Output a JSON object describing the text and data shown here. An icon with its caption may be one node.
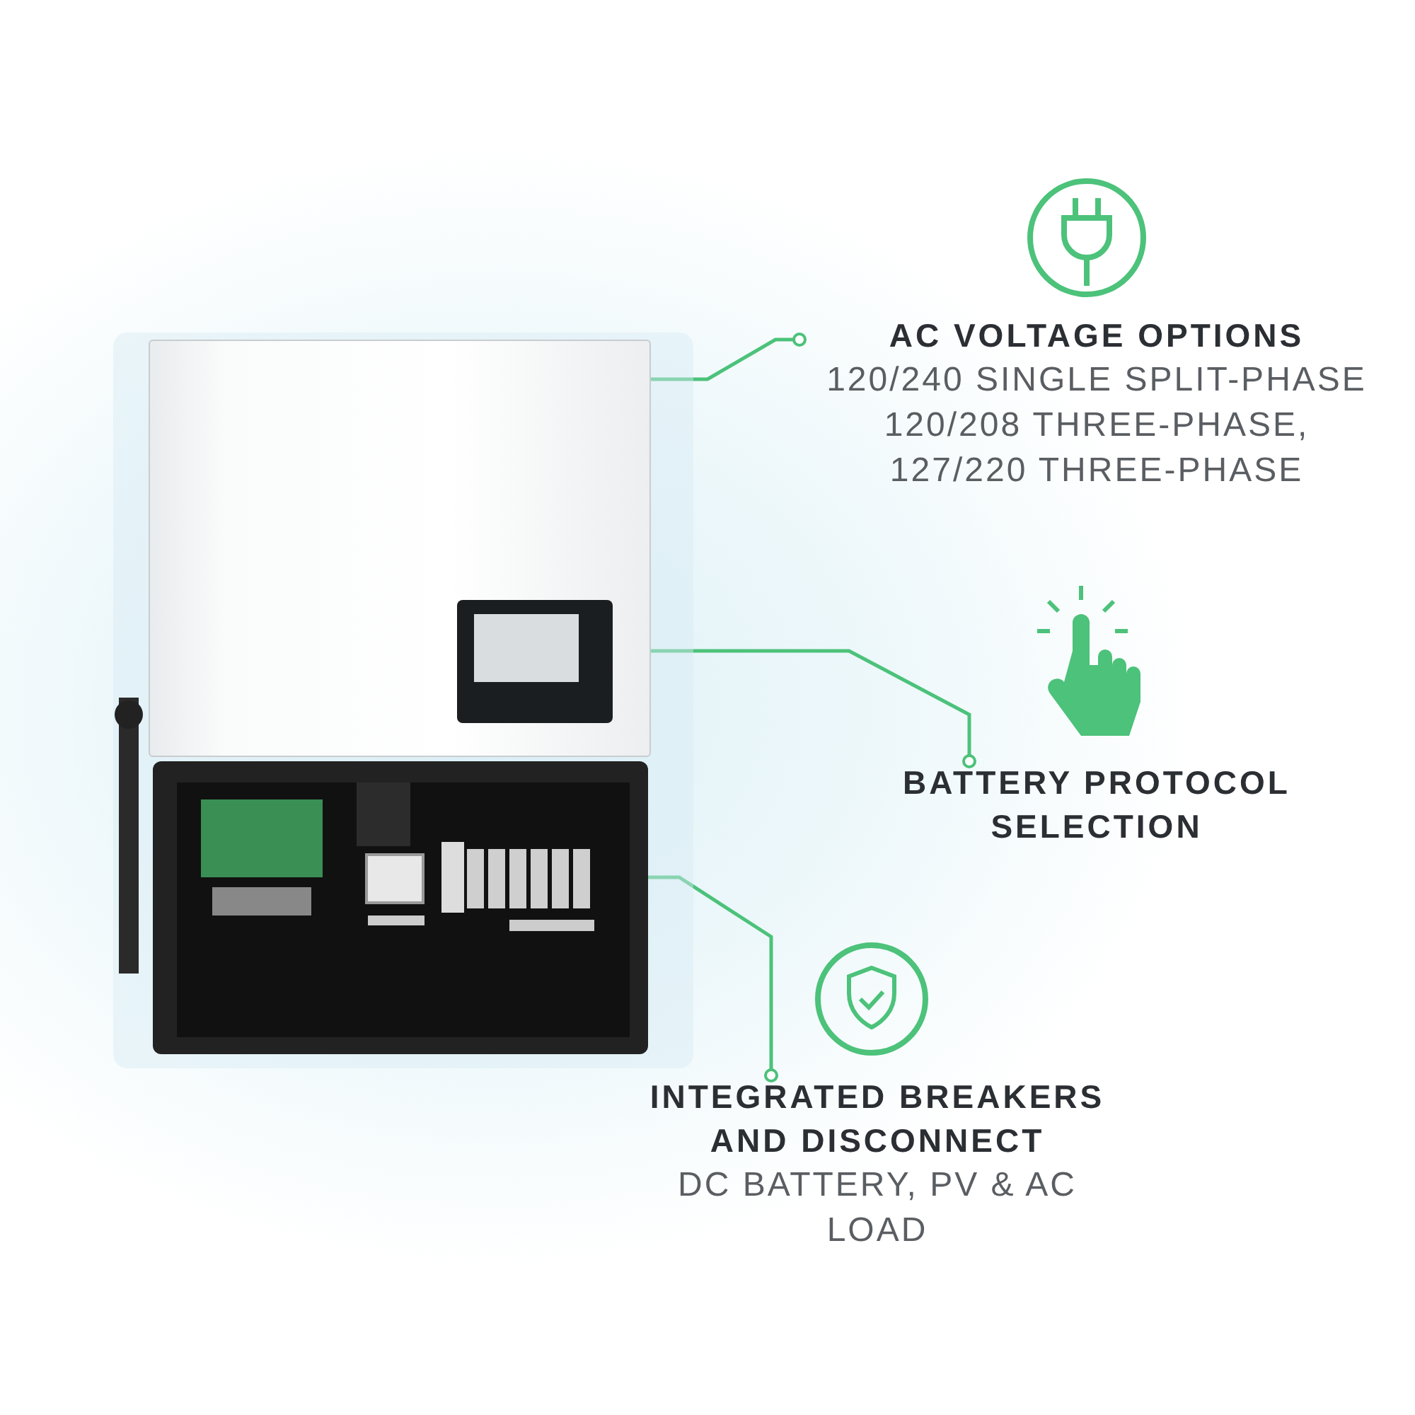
{
  "diagram": {
    "nodes": [
      {
        "text": [],
        "shape": "picture"
      },
      {
        "text": [],
        "shape": "box",
        "in": 0
      },
      {
        "text": [],
        "shape": "box",
        "in": 1
      },
      {
        "text": [],
        "shape": "box",
        "in": 0
      },
      {
        "text": [
          "AC VOLTAGE OPTIONS",
          "120/240 SINGLE SPLIT-PHASE",
          "120/208 THREE-PHASE,",
          "127/220 THREE-PHASE"
        ]
      },
      {
        "text": [
          "BATTERY PROTOCOL SELECTION"
        ]
      },
      {
        "text": [
          "INTEGRATED BREAKERS AND DISCONNECT",
          "DC BATTERY, PV & AC LOAD"
        ]
      }
    ],
    "edges": [
      {
        "from": 4,
        "to": 1,
        "arrow": "other"
      },
      {
        "from": 5,
        "to": 2,
        "arrow": "other"
      },
      {
        "from": 6,
        "to": 3,
        "arrow": "other"
      }
    ]
  }
}
